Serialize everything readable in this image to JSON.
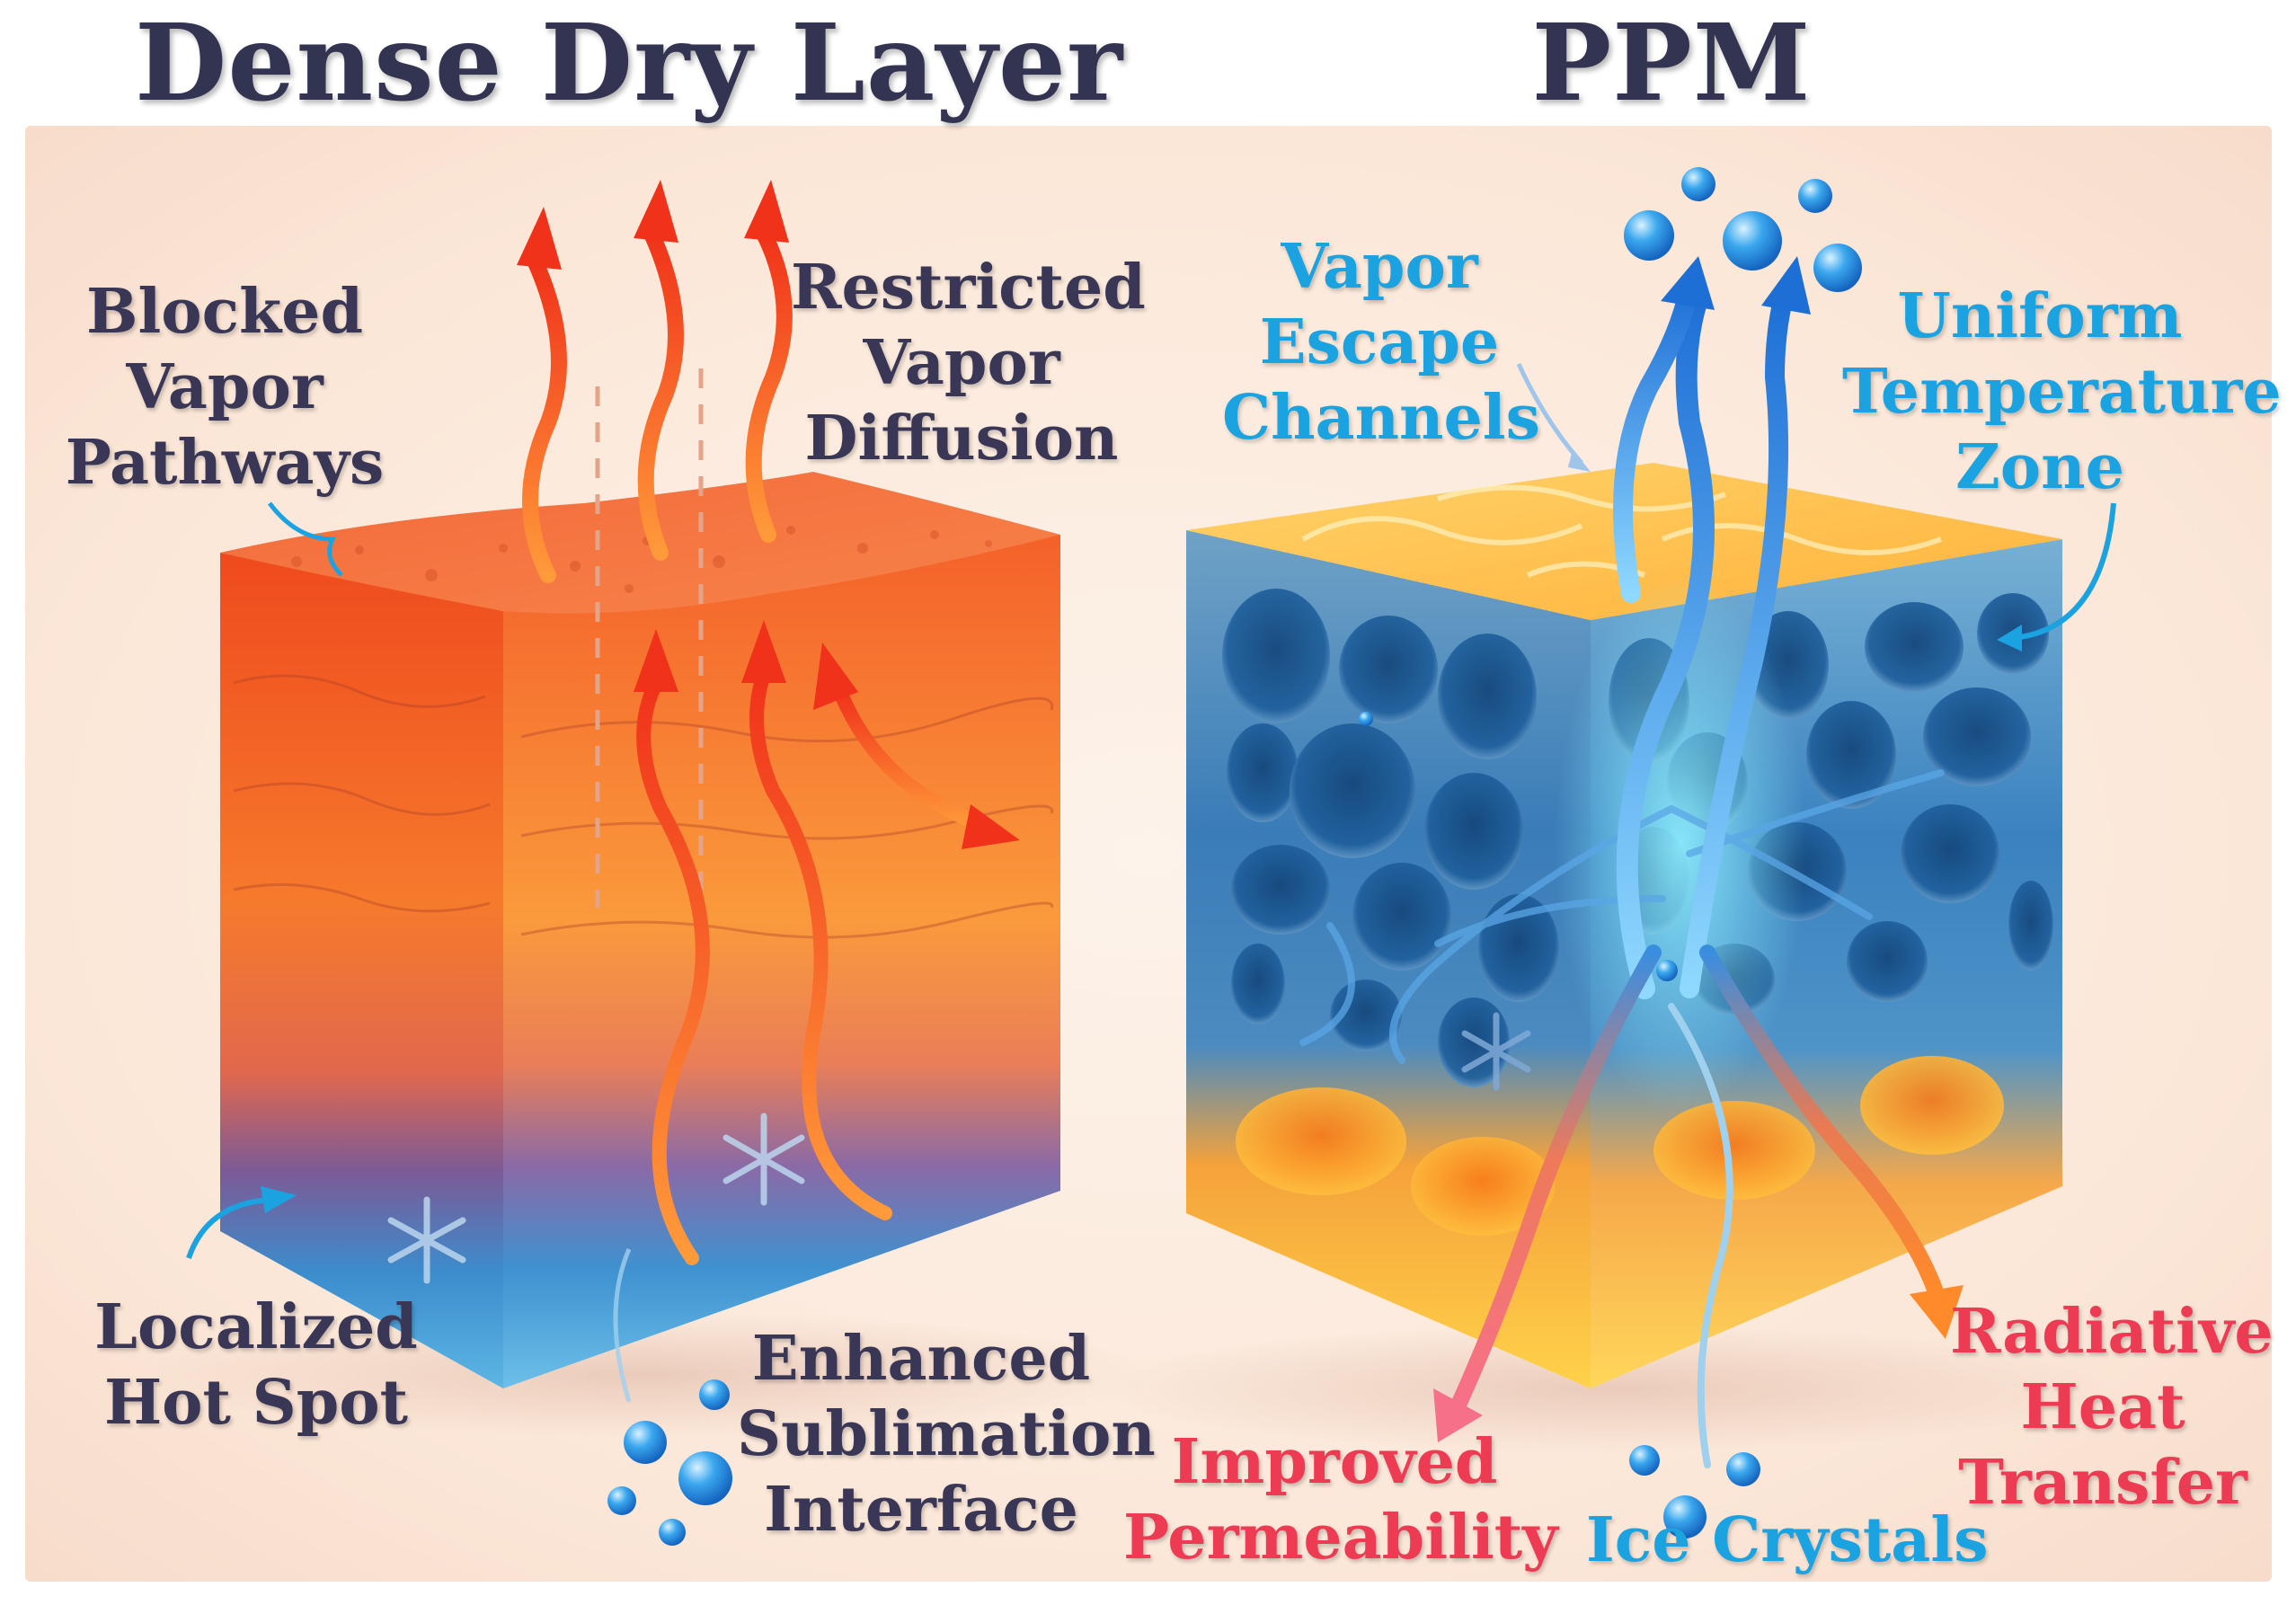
{
  "headings": {
    "left": "Dense Dry Layer",
    "right": "PPM"
  },
  "labels": {
    "blocked": [
      "Blocked",
      "Vapor",
      "Pathways"
    ],
    "restricted": [
      "Restricted",
      "Vapor",
      "Diffusion"
    ],
    "hotspot": [
      "Localized",
      "Hot Spot"
    ],
    "sublimation": [
      "Enhanced",
      "Sublimation",
      "Interface"
    ],
    "vapor_escape": [
      "Vapor",
      "Escape",
      "Channels"
    ],
    "uniform": [
      "Uniform",
      "Temperature",
      "Zone"
    ],
    "permeability": [
      "Improved",
      "Permeability"
    ],
    "ice": [
      "Ice Crystals"
    ],
    "radiative": [
      "Radiative",
      "Heat",
      "Transfer"
    ]
  },
  "colors": {
    "heading": "#333352",
    "dark_label": "#3a3756",
    "blue_label": "#1aa3e0",
    "red_label": "#ec3b52",
    "hot_orange": "#f2551e",
    "cold_blue": "#49aee0",
    "ppm_gold": "#ffc436",
    "ppm_blue": "#2a6fb8"
  }
}
